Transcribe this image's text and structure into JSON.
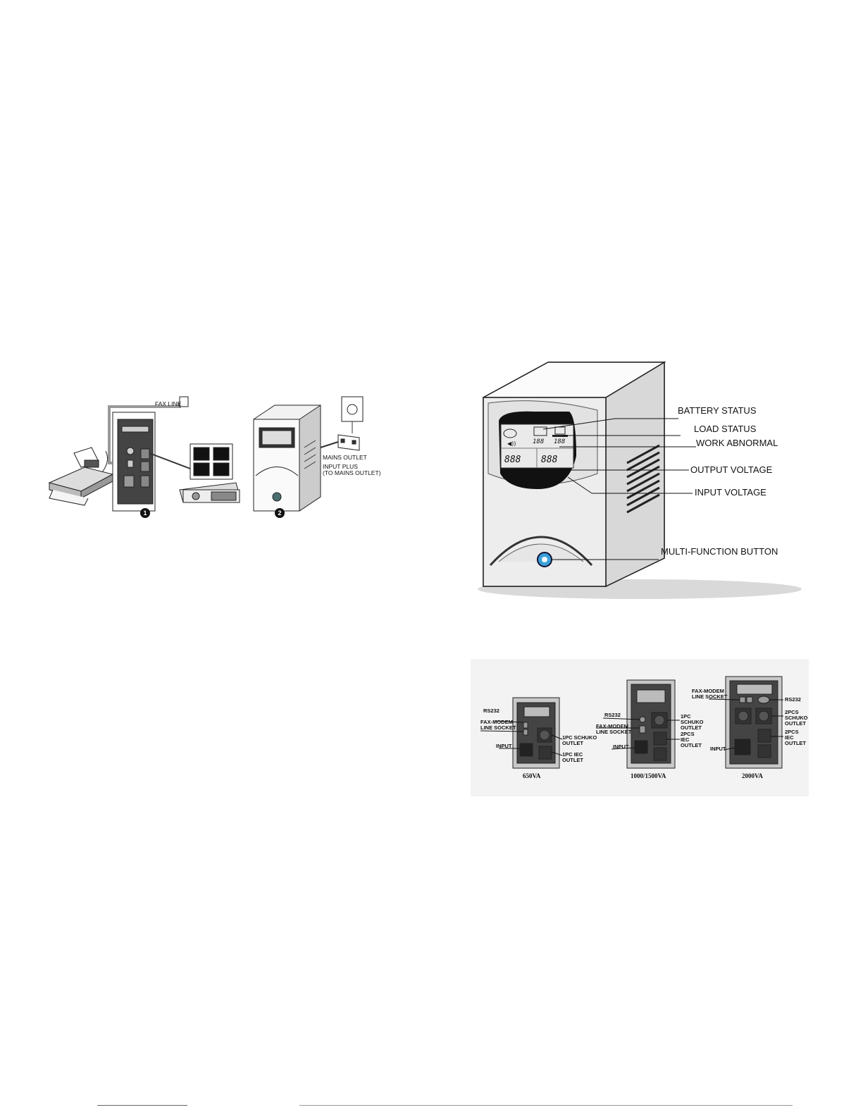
{
  "connection_diagram": {
    "fax_line": "FAX LINE",
    "mains_outlet": "MAINS OUTLET",
    "input_plus": "INPUT PLUS",
    "input_plus_note": "(TO MAINS OUTLET)",
    "step_1": "1",
    "step_2": "2"
  },
  "front_panel": {
    "battery_status": "BATTERY STATUS",
    "load_status": "LOAD STATUS",
    "work_abnormal": "WORK ABNORMAL",
    "output_voltage": "OUTPUT VOLTAGE",
    "input_voltage": "INPUT VOLTAGE",
    "multi_function_button": "MULTI-FUNCTION BUTTON",
    "lcd": {
      "load_pct": "188",
      "battery_pct": "188",
      "out_volt": "888",
      "in_volt": "888"
    }
  },
  "rear_panels": {
    "m650": {
      "model": "650VA",
      "rs232": "RS232",
      "fax_modem": "FAX-MODEM\nLINE SOCKET",
      "input": "INPUT",
      "schuko": "1PC SCHUKO\nOUTLET",
      "iec": "1PC IEC\nOUTLET"
    },
    "m1000": {
      "model": "1000/1500VA",
      "rs232": "RS232",
      "fax_modem": "FAX-MODEM\nLINE SOCKET",
      "input": "INPUT",
      "schuko": "1PC\nSCHUKO\nOUTLET",
      "iec": "2PCS\nIEC\nOUTLET"
    },
    "m2000": {
      "model": "2000VA",
      "rs232": "RS232",
      "fax_modem": "FAX-MODEM\nLINE SOCKET",
      "input": "INPUT",
      "schuko": "2PCS\nSCHUKO\nOUTLET",
      "iec": "2PCS\nIEC\nOUTLET"
    }
  }
}
